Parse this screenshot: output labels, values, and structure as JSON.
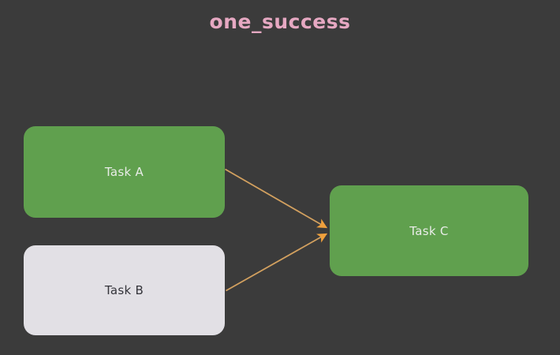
{
  "graph": {
    "title": "one_success",
    "title_color": "#e6a8c2",
    "background_color": "#3b3b3b",
    "edge_color": "#d2a05f",
    "arrowhead_color": "#f0a03c"
  },
  "nodes": [
    {
      "id": "task-a",
      "label": "Task A",
      "fill": "#60a04e",
      "text_color": "#e9ece8",
      "state": "success"
    },
    {
      "id": "task-b",
      "label": "Task B",
      "fill": "#e2e0e5",
      "text_color": "#34343a",
      "state": "none"
    },
    {
      "id": "task-c",
      "label": "Task C",
      "fill": "#60a04e",
      "text_color": "#e9ece8",
      "state": "success"
    }
  ],
  "edges": [
    {
      "id": "edge-a-c",
      "from": "Task A",
      "to": "Task C"
    },
    {
      "id": "edge-b-c",
      "from": "Task B",
      "to": "Task C"
    }
  ]
}
